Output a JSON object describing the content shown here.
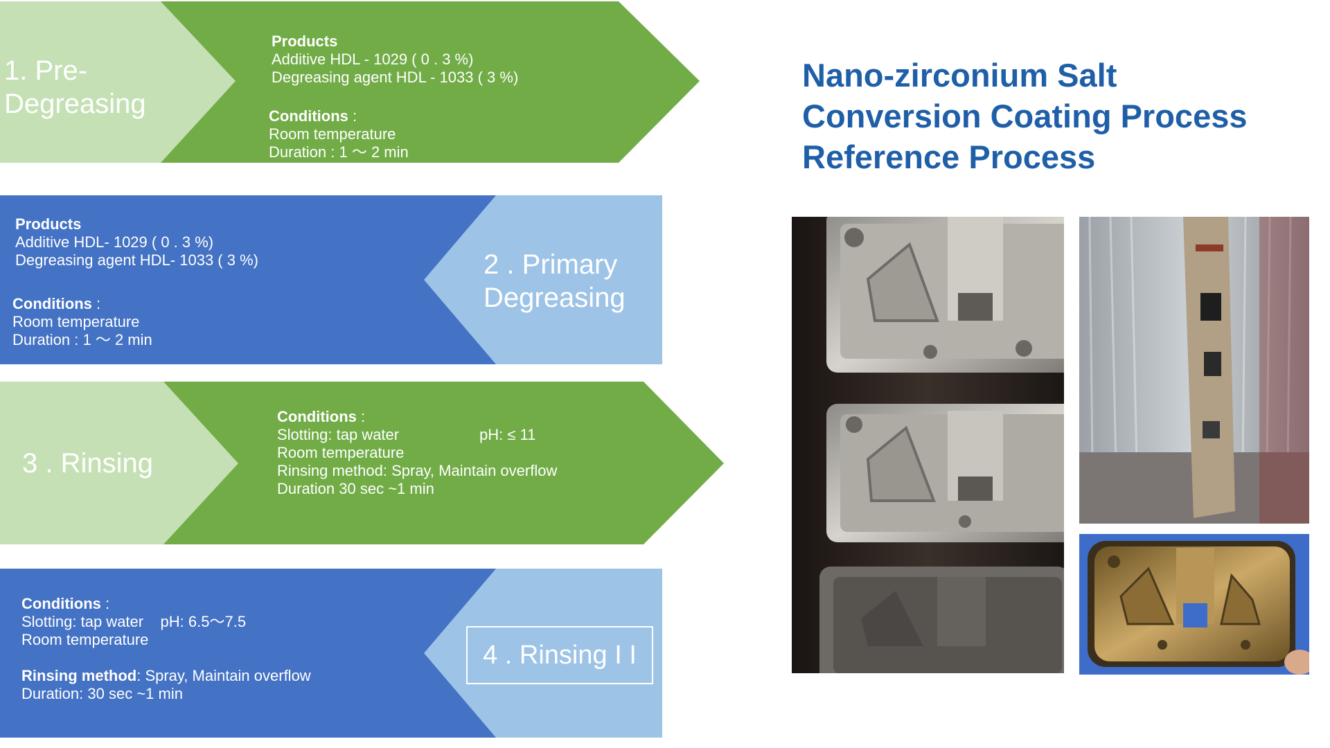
{
  "title": {
    "line1": "Nano-zirconium Salt",
    "line2": "Conversion Coating Process",
    "line3": "Reference Process"
  },
  "colors": {
    "green_dark": "#71ac47",
    "green_light": "#c5e0b4",
    "blue_dark": "#4472c4",
    "blue_light": "#9dc3e6",
    "title_blue": "#1f5fa8"
  },
  "steps": [
    {
      "label_line1": "1. Pre-",
      "label_line2": "Degreasing",
      "products_heading": "Products",
      "product_1": "Additive HDL - 1029 ( 0 . 3 %)",
      "product_2": "Degreasing agent HDL - 1033 ( 3 %)",
      "conditions_heading": "Conditions",
      "conditions_suffix": " :",
      "cond_1": "Room temperature",
      "cond_2": "Duration : 1 〜 2  min"
    },
    {
      "label_line1": "2 . Primary",
      "label_line2": "Degreasing",
      "products_heading": "Products",
      "product_1": "Additive HDL- 1029 ( 0 . 3 %)",
      "product_2": "Degreasing agent HDL- 1033 ( 3 %)",
      "conditions_heading": "Conditions",
      "conditions_suffix": " :",
      "cond_1": "Room temperature",
      "cond_2": "Duration : 1 〜 2 min"
    },
    {
      "label": "3 . Rinsing",
      "conditions_heading": "Conditions",
      "conditions_suffix": " :",
      "cond_1": "Slotting: tap water",
      "cond_1_ph": "pH: ≤ 11",
      "cond_2": "Room temperature",
      "cond_3": "Rinsing method: Spray, Maintain overflow",
      "cond_4": "Duration 30 sec ~1 min"
    },
    {
      "label": "4 . Rinsing I I",
      "conditions_heading": "Conditions",
      "conditions_suffix": " :",
      "cond_1": "Slotting: tap water    pH: 6.5〜7.5",
      "cond_2": "Room temperature",
      "method_heading": "Rinsing method",
      "method_text": ": Spray, Maintain overflow",
      "cond_3": "Duration: 30 sec ~1 min"
    }
  ],
  "photos": [
    {
      "name": "three stacked silver metal trays"
    },
    {
      "name": "metal rack in workshop"
    },
    {
      "name": "golden coated metal tray"
    }
  ]
}
